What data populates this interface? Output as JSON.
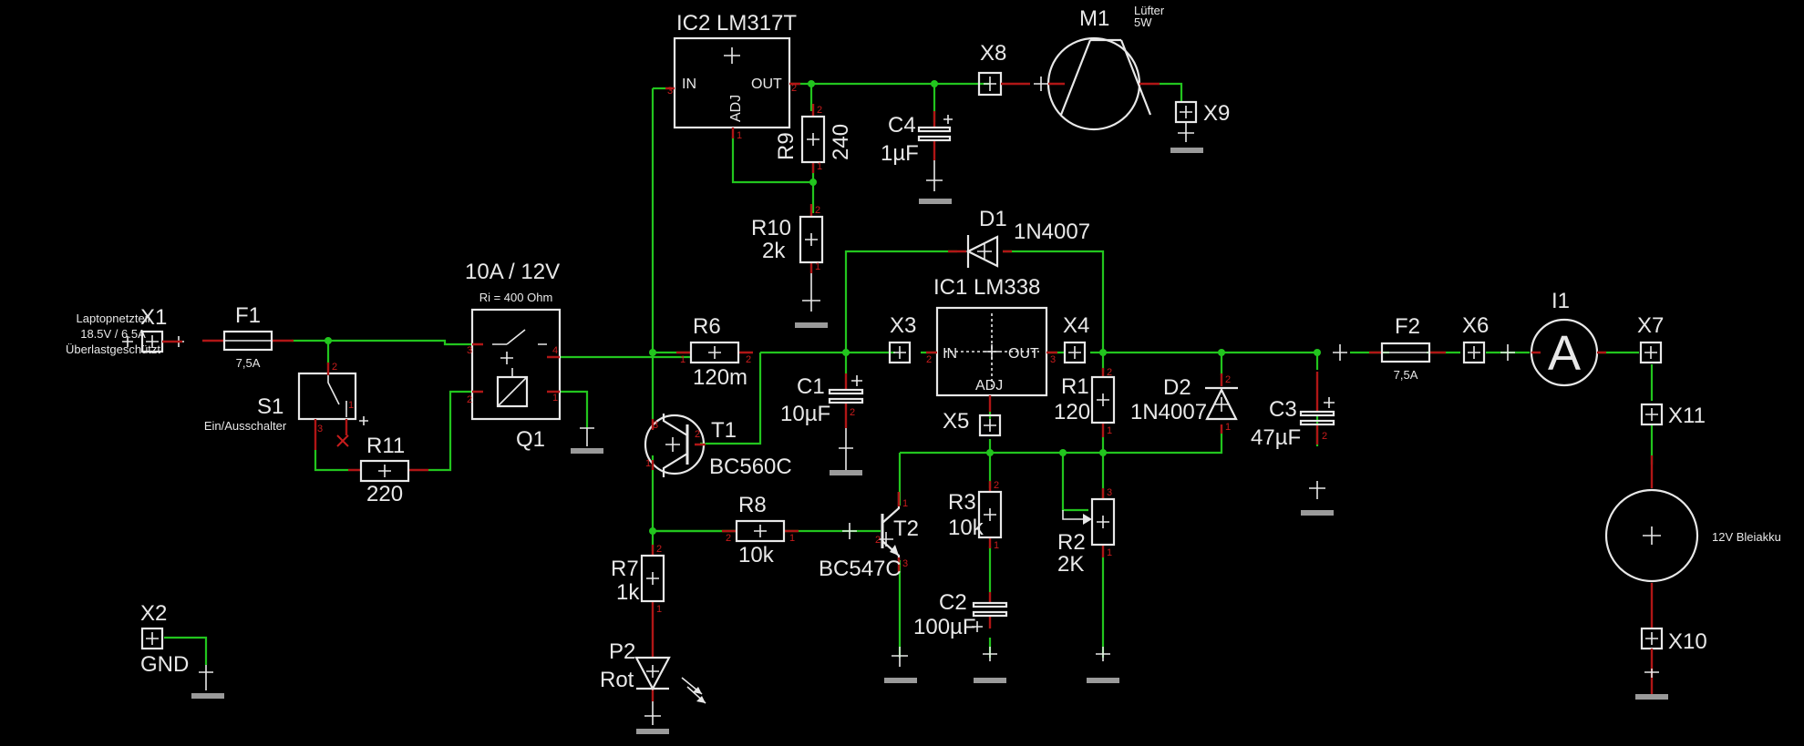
{
  "canvas": {
    "background": "#000000",
    "wire_color": "#22c51e",
    "pin_color": "#b01616",
    "part_color": "#e8e8e8"
  },
  "parts": {
    "X1": {
      "name": "X1",
      "note": "Laptopnetzteil\n18.5V / 6.5A\nÜberlastgeschützt"
    },
    "F1": {
      "name": "F1",
      "value": "7,5A"
    },
    "S1": {
      "name": "S1",
      "value": "Ein/Ausschalter"
    },
    "R11": {
      "name": "R11",
      "value": "220"
    },
    "Q1": {
      "name": "Q1",
      "title": "10A / 12V",
      "value": "Ri = 400 Ohm"
    },
    "X2": {
      "name": "X2",
      "value": "GND"
    },
    "IC2": {
      "name": "IC2 LM317T",
      "pin_in": "IN",
      "pin_out": "OUT",
      "pin_adj": "ADJ"
    },
    "R9": {
      "name": "R9",
      "value": "240"
    },
    "R10": {
      "name": "R10",
      "value": "2k"
    },
    "C4": {
      "name": "C4",
      "value": "1µF"
    },
    "X8": {
      "name": "X8"
    },
    "M1": {
      "name": "M1",
      "value": "Lüfter\n5W"
    },
    "X9": {
      "name": "X9"
    },
    "D1": {
      "name": "D1",
      "value": "1N4007"
    },
    "R6": {
      "name": "R6",
      "value": "120m"
    },
    "T1": {
      "name": "T1",
      "value": "BC560C"
    },
    "X3": {
      "name": "X3"
    },
    "IC1": {
      "name": "IC1 LM338",
      "pin_in": "IN",
      "pin_out": "OUT",
      "pin_adj": "ADJ"
    },
    "X4": {
      "name": "X4"
    },
    "C1": {
      "name": "C1",
      "value": "10µF"
    },
    "X5": {
      "name": "X5"
    },
    "R1": {
      "name": "R1",
      "value": "120"
    },
    "D2": {
      "name": "D2",
      "value": "1N4007"
    },
    "R8": {
      "name": "R8",
      "value": "10k"
    },
    "T2": {
      "name": "T2",
      "value": "BC547C"
    },
    "R3": {
      "name": "R3",
      "value": "10k"
    },
    "R2": {
      "name": "R2",
      "value": "2K"
    },
    "C2": {
      "name": "C2",
      "value": "100µF"
    },
    "R7": {
      "name": "R7",
      "value": "1k"
    },
    "P2": {
      "name": "P2",
      "value": "Rot"
    },
    "C3": {
      "name": "C3",
      "value": "47µF"
    },
    "F2": {
      "name": "F2",
      "value": "7,5A"
    },
    "X6": {
      "name": "X6"
    },
    "I1": {
      "name": "I1",
      "symbol": "A"
    },
    "X7": {
      "name": "X7"
    },
    "X11": {
      "name": "X11"
    },
    "BAT": {
      "value": "12V Bleiakku"
    },
    "X10": {
      "name": "X10"
    }
  }
}
